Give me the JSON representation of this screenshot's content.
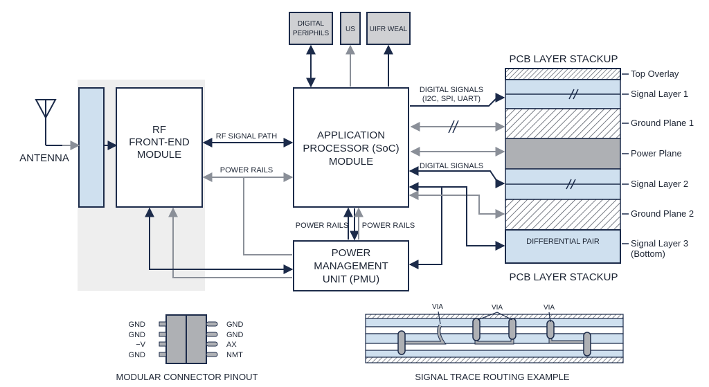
{
  "top_boxes": {
    "digital_periphils": [
      "DIGITAL",
      "PERIPHILS"
    ],
    "us": "US",
    "uifr_weal": "UIFR WEAL"
  },
  "antenna": {
    "label": "ANTENNA"
  },
  "rf_module": {
    "lines": [
      "RF",
      "FRONT-END",
      "MODULE"
    ]
  },
  "soc_module": {
    "lines": [
      "APPLICATION",
      "PROCESSOR (SoC)",
      "MODULE"
    ]
  },
  "pmu_module": {
    "lines": [
      "POWER",
      "MANAGEMENT",
      "UNIT (PMU)"
    ]
  },
  "links": {
    "rf_signal_path": "RF SIGNAL PATH",
    "power_rails_top": "POWER RAILS",
    "power_rails_left": "POWER RAILS",
    "power_rails_right": "POWER RAILS",
    "digital_signals_1": [
      "DIGITAL SIGNALS",
      "(I2C, SPI, UART)"
    ],
    "digital_signals_2": "DIGITAL SIGNALS"
  },
  "stackup": {
    "title_top": "PCB LAYER STACKUP",
    "title_bottom": "PCB LAYER STACKUP",
    "differential_pair": "DIFFERENTIAL PAIR",
    "layers": [
      {
        "name": "Top Overlay"
      },
      {
        "name": "Signal Layer 1"
      },
      {
        "name": "Ground Plane 1"
      },
      {
        "name": "Power Plane"
      },
      {
        "name": "Signal Layer 2"
      },
      {
        "name": "Ground Plane 2"
      },
      {
        "name": "Signal Layer 3",
        "name2": "(Bottom)"
      }
    ]
  },
  "connector": {
    "caption": "MODULAR CONNECTOR PINOUT",
    "left_pins": [
      "GND",
      "GND",
      "−V",
      "GND"
    ],
    "right_pins": [
      "GND",
      "GND",
      "AX",
      "NMT"
    ]
  },
  "routing": {
    "caption": "SIGNAL TRACE ROUTING EXAMPLE",
    "via_labels": [
      "VIA",
      "VIA",
      "VIA"
    ]
  },
  "colors": {
    "navy": "#1c2b4a",
    "arrow_gray": "#8a8f98",
    "light_blue": "#cfe0ef",
    "mid_gray": "#aeb0b4",
    "panel_gray": "#eeeeee"
  }
}
